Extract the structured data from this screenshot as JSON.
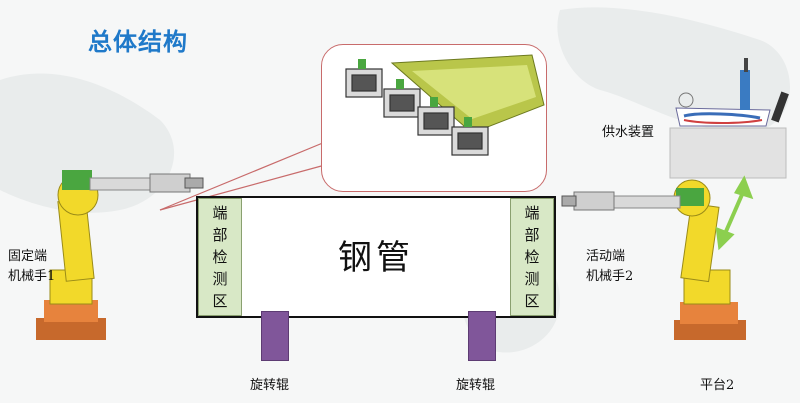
{
  "title": "总体结构",
  "pipe": {
    "label": "钢管",
    "end_zone_left": [
      "端",
      "部",
      "检",
      "测",
      "区"
    ],
    "end_zone_right": [
      "端",
      "部",
      "检",
      "测",
      "区"
    ]
  },
  "labels": {
    "fixed_robot_line1": "固定端",
    "fixed_robot_line2": "机械手1",
    "active_robot_line1": "活动端",
    "active_robot_line2": "机械手2",
    "roller_left": "旋转辊",
    "roller_right": "旋转辊",
    "water_supply": "供水装置",
    "platform": "平台2"
  },
  "colors": {
    "title": "#1f79c9",
    "end_zone_fill": "#d8e8c6",
    "roller": "#80569a",
    "robot": "#f2d92a",
    "callout_border": "#c86b6b",
    "motion_arrow": "#8ccf4f"
  }
}
